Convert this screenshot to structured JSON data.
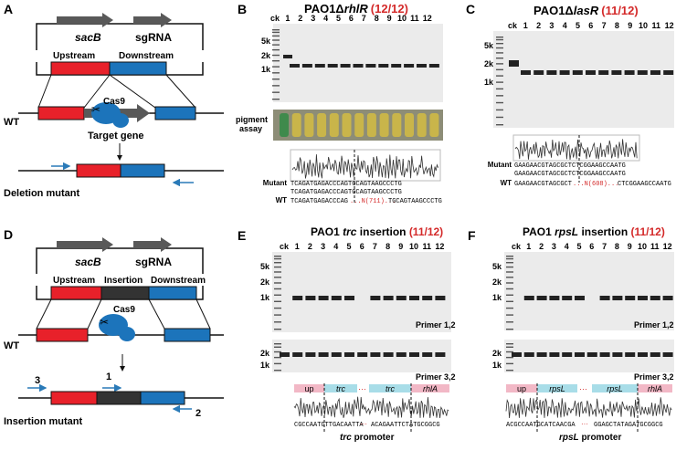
{
  "panels": {
    "A": {
      "letter": "A",
      "plasmid": {
        "gene1": "sacB",
        "gene2": "sgRNA",
        "arm1": "Upstream",
        "arm2": "Downstream"
      },
      "wt": "WT",
      "cas9": "Cas9",
      "target": "Target gene",
      "result": "Deletion mutant"
    },
    "B": {
      "letter": "B",
      "title_prefix": "PAO1Δ",
      "title_gene": "rhlR",
      "title_count": "(12/12)",
      "lanes": [
        "ck",
        "1",
        "2",
        "3",
        "4",
        "5",
        "6",
        "7",
        "8",
        "9",
        "10",
        "11",
        "12"
      ],
      "ladder": [
        "5k",
        "2k",
        "1k"
      ],
      "pigment_line1": "pigment",
      "pigment_line2": "assay",
      "seq_rows": [
        {
          "label": "Mutant",
          "seq": "TCAGATGAGACCCAGTGCAGTAAGCCCTG"
        },
        {
          "label": "",
          "seq": "TCAGATGAGACCCAGTGCAGTAAGCCCTG"
        },
        {
          "label": "WT",
          "seq": "TCAGATGAGACCCAG",
          "gap": "...N(711)...",
          "seq2": "TGCAGTAAGCCCTG"
        }
      ]
    },
    "C": {
      "letter": "C",
      "title_prefix": "PAO1Δ",
      "title_gene": "lasR",
      "title_count": "(11/12)",
      "lanes": [
        "ck",
        "1",
        "2",
        "3",
        "4",
        "5",
        "6",
        "7",
        "8",
        "9",
        "10",
        "11",
        "12"
      ],
      "ladder": [
        "5k",
        "2k",
        "1k"
      ],
      "seq_rows": [
        {
          "label": "Mutant",
          "seq": "GAAGAACGTAGCGCTCTCGGAAGCCAATG"
        },
        {
          "label": "",
          "seq": "GAAGAACGTAGCGCTCTCGGAAGCCAATG"
        },
        {
          "label": "WT",
          "seq": "GAAGAACGTAGCGCT",
          "gap": "...N(608)...",
          "seq2": "CTCGGAAGCCAATG"
        }
      ]
    },
    "D": {
      "letter": "D",
      "plasmid": {
        "gene1": "sacB",
        "gene2": "sgRNA",
        "arm1": "Upstream",
        "arm_mid": "Insertion",
        "arm2": "Downstream"
      },
      "wt": "WT",
      "cas9": "Cas9",
      "primers": [
        "3",
        "1",
        "2"
      ],
      "result": "Insertion mutant"
    },
    "E": {
      "letter": "E",
      "title_prefix": "PAO1 ",
      "title_gene": "trc",
      "title_mid": " insertion ",
      "title_count": "(11/12)",
      "lanes": [
        "ck",
        "1",
        "2",
        "3",
        "4",
        "5",
        "6",
        "7",
        "8",
        "9",
        "10",
        "11",
        "12"
      ],
      "ladder_top": [
        "5k",
        "2k",
        "1k"
      ],
      "ladder_bottom": [
        "2k",
        "1k"
      ],
      "primer_top": "Primer 1,2",
      "primer_bottom": "Primer 3,2",
      "bar_labels": [
        "up",
        "trc",
        "trc",
        "rhlA"
      ],
      "seq_left": "CGCCAATGTTGACAATTA",
      "seq_right": "ACAGAATTCTATGCGGCG",
      "caption_gene": "trc",
      "caption_rest": " promoter"
    },
    "F": {
      "letter": "F",
      "title_prefix": "PAO1 ",
      "title_gene": "rpsL",
      "title_mid": " insertion ",
      "title_count": "(11/12)",
      "lanes": [
        "ck",
        "1",
        "2",
        "3",
        "4",
        "5",
        "6",
        "7",
        "8",
        "9",
        "10",
        "11",
        "12"
      ],
      "ladder_top": [
        "5k",
        "2k",
        "1k"
      ],
      "ladder_bottom": [
        "2k",
        "1k"
      ],
      "primer_top": "Primer 1,2",
      "primer_bottom": "Primer 3,2",
      "bar_labels": [
        "up",
        "rpsL",
        "rpsL",
        "rhlA"
      ],
      "seq_left": "ACGCCAATGCATCAACGA",
      "seq_right": "GGAGCTATAGATGCGGCG",
      "caption_gene": "rpsL",
      "caption_rest": " promoter"
    }
  },
  "colors": {
    "red": "#e8212a",
    "blue": "#1c74bb",
    "grey": "#595959",
    "dark": "#333333",
    "count_red": "#d42a2a",
    "arrow": "#2a7ab8",
    "pigment": "#c9b54a"
  }
}
